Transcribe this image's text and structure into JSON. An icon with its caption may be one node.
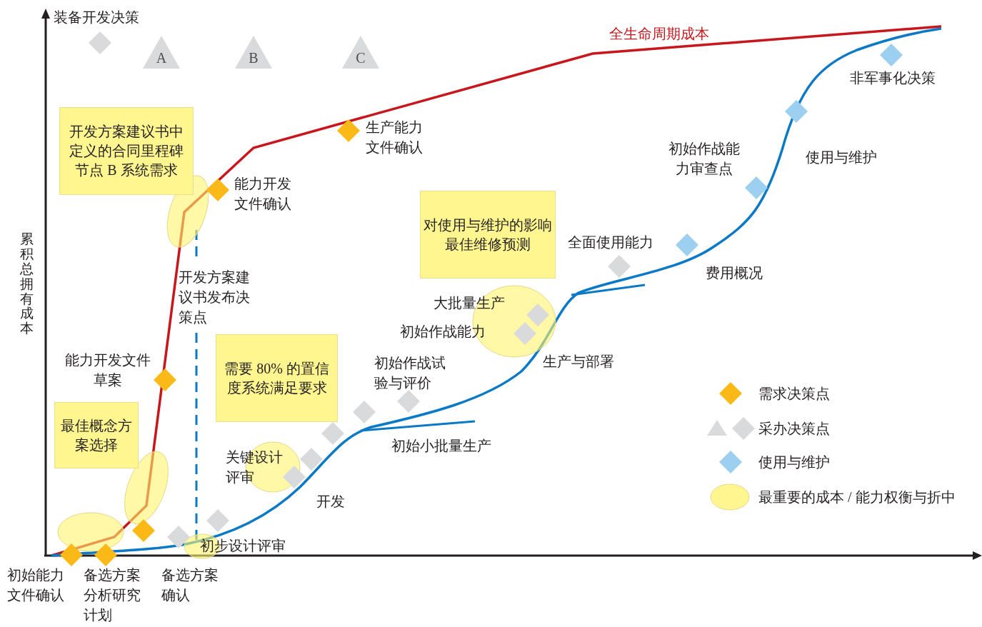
{
  "diagram": {
    "nodes": [
      {
        "text": [
          "开发方案建议书中定义的合同里程碑节点 B 系统需求"
        ]
      },
      {
        "text": [
          "对使用与维护的影响最佳维修预测"
        ]
      },
      {
        "text": [
          "需要 80% 的置信度系统满足要求"
        ]
      },
      {
        "text": [
          "最佳概念方案选择"
        ]
      },
      {
        "text": [
          "A"
        ]
      },
      {
        "text": [
          "B"
        ]
      },
      {
        "text": [
          "C"
        ]
      }
    ],
    "labels": [
      "装备开发决策",
      "全生命周期成本",
      "生产能力文件确认",
      "非军事化决策",
      "能力开发文件确认",
      "初始作战能力审查点",
      "使用与维护",
      "累积总拥有成本",
      "开发方案建议书发布决策点",
      "全面使用能力",
      "费用概况",
      "大批量生产",
      "初始作战能力",
      "能力开发文件草案",
      "生产与部署",
      "初始作战试验与评价",
      "关键设计评审",
      "初始小批量生产",
      "开发",
      "初步设计评审",
      "初始能力文件确认",
      "备选方案分析研究计划",
      "备选方案确认"
    ],
    "legend": [
      {
        "text": "需求决策点"
      },
      {
        "text": "采办决策点"
      },
      {
        "text": "使用与维护"
      },
      {
        "text": "最重要的成本 / 能力权衡与折中"
      }
    ]
  }
}
